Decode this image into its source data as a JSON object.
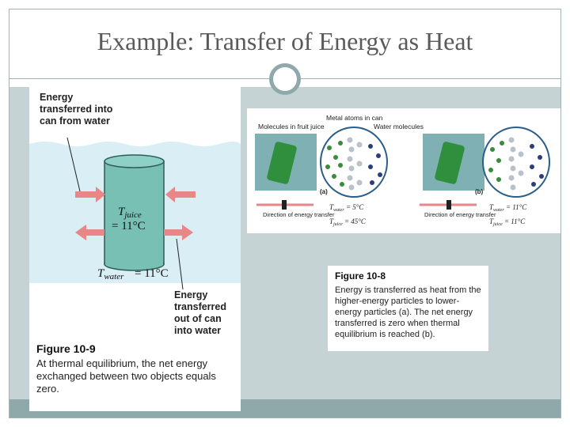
{
  "slide": {
    "title": "Example: Transfer of Energy as Heat"
  },
  "figure_9": {
    "label_in": "Energy transferred into can from water",
    "label_out": "Energy transferred out of can into water",
    "t_juice_label": "T",
    "t_juice_sub": "juice",
    "t_juice_value": "= 11°C",
    "t_water_label": "T",
    "t_water_sub": "water",
    "t_water_value": "= 11°C",
    "caption_title": "Figure 10-9",
    "caption_text": "At thermal equilibrium, the net energy exchanged between two objects equals zero."
  },
  "figure_8": {
    "label_metal": "Metal atoms in can",
    "label_juice": "Molecules in fruit juice",
    "label_water": "Water molecules",
    "panel_a": {
      "tag": "(a)",
      "direction": "Direction of energy transfer",
      "t_water": "5°C",
      "t_juice": "45°C"
    },
    "panel_b": {
      "tag": "(b)",
      "direction": "Direction of energy transfer",
      "t_water": "11°C",
      "t_juice": "11°C"
    },
    "t_water_prefix": "T",
    "t_water_sub": "water",
    "t_juice_prefix": "T",
    "t_juice_sub": "juice",
    "caption_title": "Figure 10-8",
    "caption_text": "Energy is transferred as heat from the higher-energy particles to lower-energy particles (a). The net energy transferred is zero when thermal equilibrium is reached (b)."
  },
  "colors": {
    "title_text": "#5a5a5a",
    "content_band": "#c5d3d5",
    "accent_band": "#8fa9ab",
    "water": "#d9eef5",
    "can_body": "#78bfb4",
    "arrow": "#e98686",
    "juice_particle": "#3a8c3a",
    "metal_particle": "#b9c2c8",
    "water_particle": "#2a3e7a"
  }
}
